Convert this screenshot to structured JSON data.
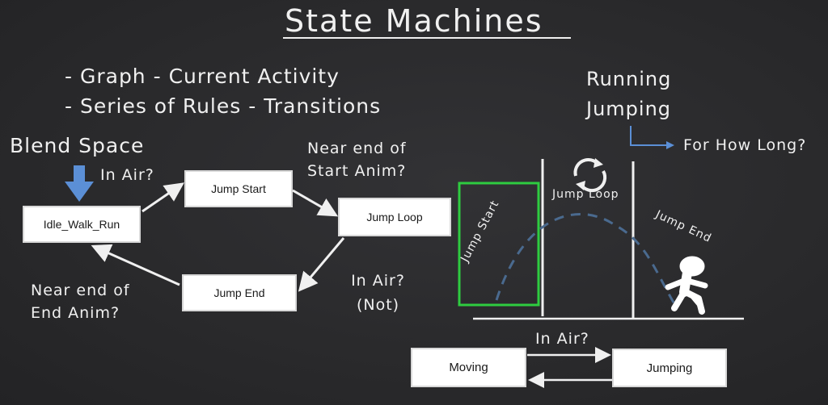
{
  "title": "State Machines",
  "bullets": [
    "- Graph - Current Activity",
    "- Series of Rules - Transitions"
  ],
  "side_notes": {
    "running": "Running",
    "jumping": "Jumping",
    "for_how_long": "For How Long?"
  },
  "labels": {
    "blend_space": "Blend Space",
    "in_air": "In Air?",
    "near_end_start": "Near end of Start Anim?",
    "near_end_end": "Near end of End Anim?",
    "in_air_not_line1": "In Air?",
    "in_air_not_line2": "(Not)",
    "in_air_bottom": "In Air?"
  },
  "nodes": {
    "idle": "Idle_Walk_Run",
    "jump_start": "Jump Start",
    "jump_loop": "Jump Loop",
    "jump_end": "Jump End",
    "moving": "Moving",
    "jumping": "Jumping"
  },
  "timeline": {
    "jump_start": "Jump Start",
    "jump_loop": "Jump Loop",
    "jump_end": "Jump End"
  },
  "colors": {
    "board": "#2b2b2d",
    "chalk": "#f0f0f0",
    "blend_arrow": "#5b8fd6",
    "highlight_box": "#2ecc40",
    "arc_dash": "#4a6a8f"
  },
  "icons": {
    "loop": "refresh-loop-icon",
    "runner": "jumping-figure-icon",
    "down_arrow": "blue-down-arrow-icon"
  }
}
